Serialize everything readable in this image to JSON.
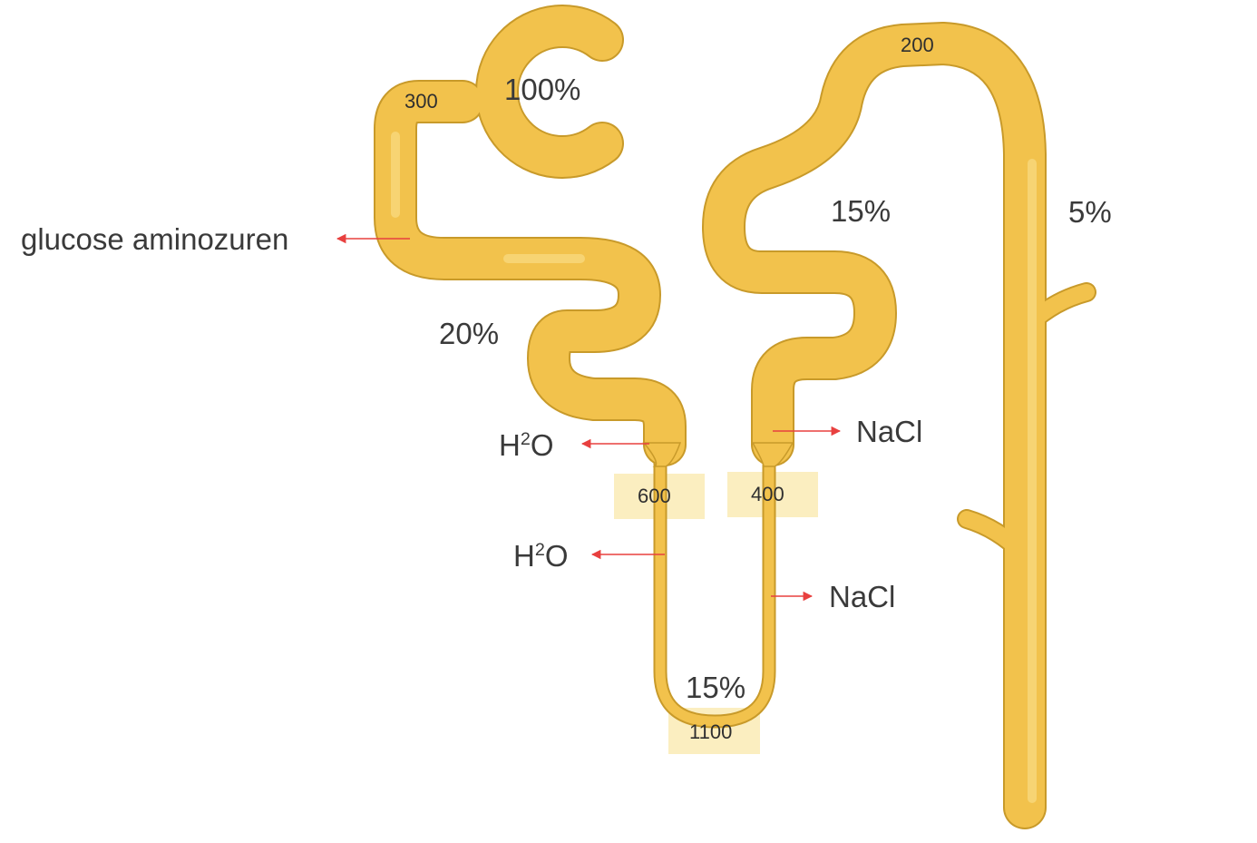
{
  "percentages": {
    "glomerulus": "100%",
    "proximal": "20%",
    "distal": "15%",
    "loop_bottom": "15%",
    "collecting": "5%"
  },
  "osmolarity": {
    "top_left": "300",
    "top_right": "200",
    "descending": "600",
    "ascending": "400",
    "bottom": "1100"
  },
  "transport": {
    "reabsorbed_proximal": "glucose aminozuren",
    "water_1_base": "H",
    "water_1_sup": "2",
    "water_1_tail": "O",
    "water_2_base": "H",
    "water_2_sup": "2",
    "water_2_tail": "O",
    "salt_1": "NaCl",
    "salt_2": "NaCl"
  },
  "colors": {
    "tubule": "#f2c24c",
    "tubule_outline": "#c89a2a",
    "highlight": "#f8e296",
    "arrow": "#e8403f"
  }
}
